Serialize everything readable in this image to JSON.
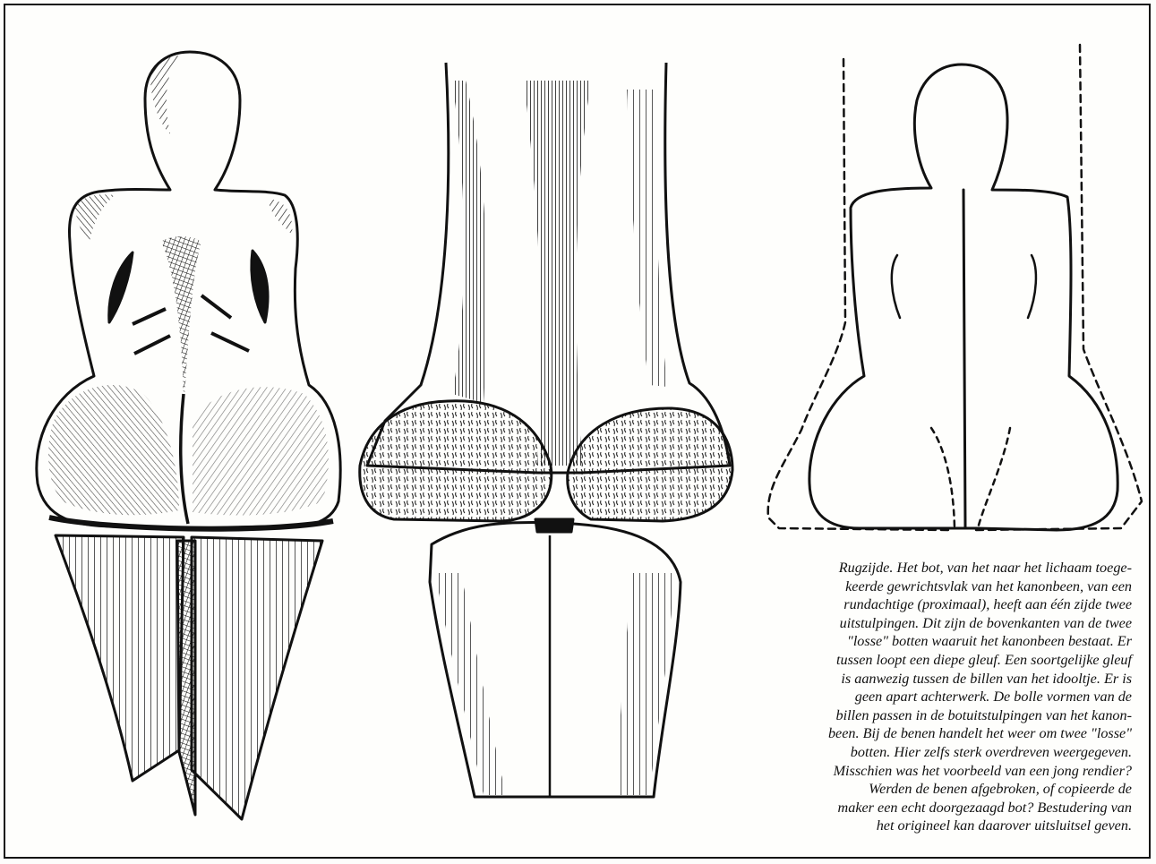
{
  "figures": [
    {
      "id": "idol-rear",
      "kind": "shaded-drawing"
    },
    {
      "id": "bone-proximal-joint",
      "kind": "shaded-drawing"
    },
    {
      "id": "idol-outline-overlay",
      "kind": "outline-drawing"
    }
  ],
  "caption": {
    "lines": [
      "Rugzijde. Het bot, van het naar het lichaam toege-",
      "keerde gewrichtsvlak van het kanonbeen, van een",
      "rundachtige (proximaal), heeft aan één zijde twee",
      "uitstulpingen. Dit zijn de bovenkanten van de twee",
      "\"losse\" botten waaruit het kanonbeen bestaat. Er",
      "tussen loopt een diepe gleuf. Een soortgelijke gleuf",
      "is aanwezig tussen de billen van het idooltje. Er is",
      "geen apart achterwerk. De bolle vormen van de",
      "billen passen in de botuitstulpingen van het kanon-",
      "been. Bij de benen handelt het weer om twee \"losse\"",
      "botten. Hier zelfs sterk overdreven weergegeven.",
      "Misschien was het voorbeeld van een jong rendier?",
      "Werden de benen afgebroken, of copieerde de",
      "maker een echt doorgezaagd bot? Bestudering van",
      "het origineel kan daarover uitsluitsel geven."
    ]
  },
  "colors": {
    "ink": "#111111",
    "paper": "#fefefc"
  }
}
